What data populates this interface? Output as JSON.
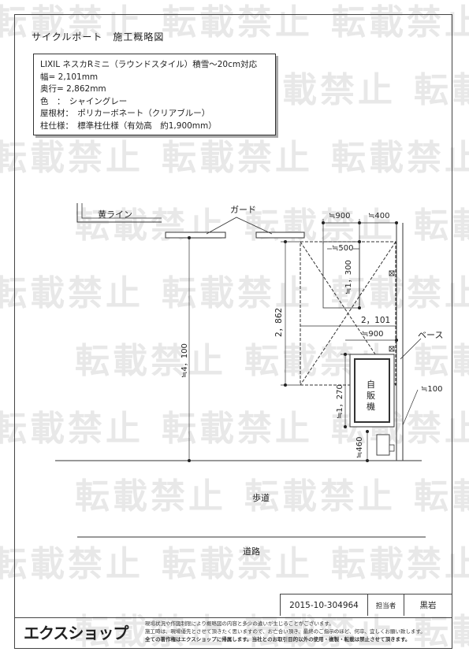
{
  "title": "サイクルポート　施工概略図",
  "spec": {
    "lines": [
      "LIXIL ネスカRミニ（ラウンドスタイル）積雪～20cm対応",
      "幅= 2,101mm",
      "奥行= 2,862mm",
      "色　：　シャイングレー",
      "屋根材：　ポリカーボネート（クリアブルー）",
      "柱仕様：　標準柱仕様（有効高　約1,900mm）"
    ]
  },
  "labels": {
    "yellow_line": "黄ライン",
    "guard": "ガード",
    "base": "ベース",
    "vending_machine": "自\n販\n機",
    "sidewalk": "歩道",
    "road": "道路"
  },
  "dimensions": {
    "d900_top": "≒900",
    "d400_top": "≒400",
    "d500": "≒500",
    "d1300": "≒1，300",
    "d2862": "2，862",
    "d2101": "2，101",
    "d900_mid": "≒900",
    "d1270": "≒1，270",
    "d4100": "≒4，100",
    "d100": "≒100",
    "d460": "≒460"
  },
  "watermark": "転載禁止",
  "footer": {
    "logo": "エクスショップ",
    "notes": [
      "現場状況や作図制限により概略図の内容と多少の違いが生じることがございます。",
      "施工時は、現場優先とさせて頂きたく思いますので、お亡合い頂き、最終のご指示のほど、何卒、宜しくお願い致します。",
      "全ての著作権はエクスショップに帰属します。当社とのお取引目的以外の使用・複製・転載は禁止させて頂きます。"
    ],
    "doc_id": "2015-10-304964",
    "person_label": "担当者",
    "person": "黒岩"
  }
}
